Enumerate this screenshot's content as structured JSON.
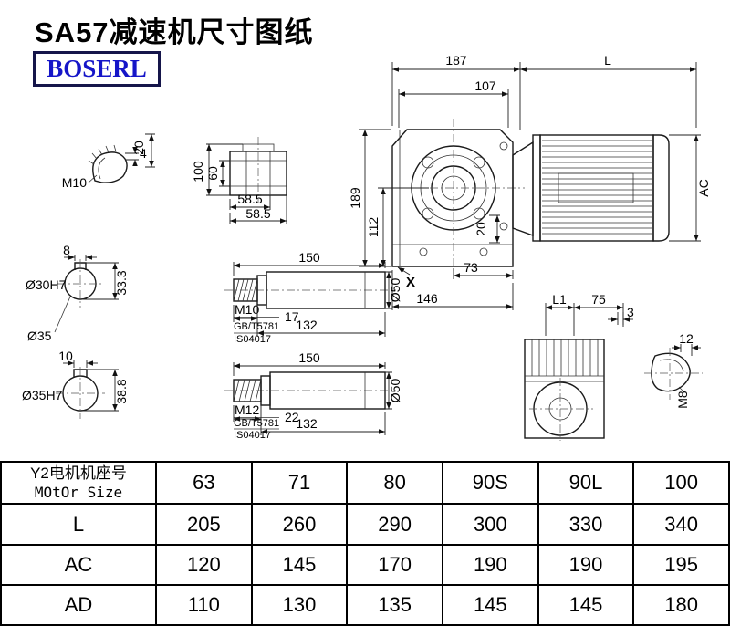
{
  "page": {
    "title": "SA57减速机尺寸图纸",
    "brand": "BOSERL"
  },
  "main_view": {
    "d187": "187",
    "dL": "L",
    "d107": "107",
    "d189": "189",
    "d112": "112",
    "d20": "20",
    "dX": "X",
    "d73": "73",
    "d146": "146",
    "dAC": "AC"
  },
  "dome_detail": {
    "thread": "M10",
    "d4": "4",
    "d20": "20"
  },
  "flange_view": {
    "d100": "100",
    "d60": "60",
    "d585a": "58.5",
    "d585b": "58.5"
  },
  "bore1": {
    "d8": "8",
    "bore": "Ø30H7",
    "d333": "33.3",
    "od": "Ø35"
  },
  "bore2": {
    "d10": "10",
    "bore": "Ø35H7",
    "d388": "38.8"
  },
  "shaft1": {
    "d150": "150",
    "thread": "M10",
    "std1": "GB/T5781",
    "std2": "IS04017",
    "d17": "17",
    "d132": "132",
    "dia": "Ø50"
  },
  "shaft2": {
    "d150": "150",
    "thread": "M12",
    "std1": "GB/T5781",
    "std2": "IS04017",
    "d22": "22",
    "d132": "132",
    "dia": "Ø50"
  },
  "side_view": {
    "dL1": "L1",
    "d75": "75",
    "d3": "3",
    "d12": "12",
    "thread": "M8"
  },
  "table": {
    "header": {
      "line1": "Y2电机机座号",
      "line2": "MOtOr Size"
    },
    "sizes": [
      "63",
      "71",
      "80",
      "90S",
      "90L",
      "100"
    ],
    "rows": [
      {
        "label": "L",
        "values": [
          "205",
          "260",
          "290",
          "300",
          "330",
          "340"
        ]
      },
      {
        "label": "AC",
        "values": [
          "120",
          "145",
          "170",
          "190",
          "190",
          "195"
        ]
      },
      {
        "label": "AD",
        "values": [
          "110",
          "130",
          "135",
          "145",
          "145",
          "180"
        ]
      }
    ]
  }
}
